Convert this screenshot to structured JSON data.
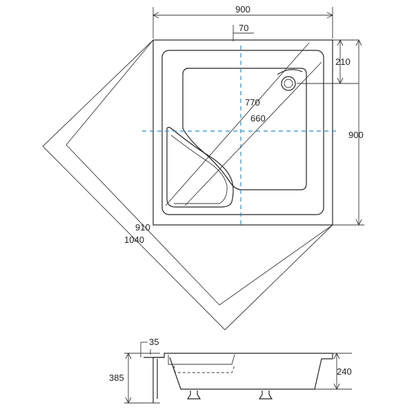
{
  "diagram": {
    "labels": {
      "top_width": "900",
      "offset_70": "70",
      "right_210": "210",
      "right_900": "900",
      "diag_770": "770",
      "diag_660": "660",
      "diag_910": "910",
      "diag_1040": "1040",
      "side_35": "35",
      "side_385": "385",
      "side_240": "240"
    },
    "colors": {
      "line": "#222222",
      "centerline": "#1f8fd6",
      "background": "#ffffff"
    }
  }
}
